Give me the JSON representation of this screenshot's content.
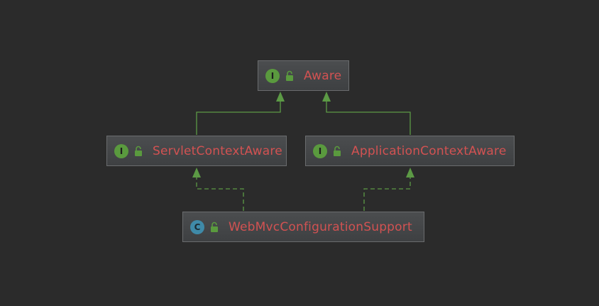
{
  "colors": {
    "background": "#2b2b2b",
    "arrow": "#5c9a45",
    "label": "#d25252",
    "interface_badge": "#5a9a3e",
    "class_badge": "#3f8aa8"
  },
  "nodes": {
    "aware": {
      "badge": "I",
      "kind": "interface",
      "label": "Aware",
      "icon": "unlocked-padlock-icon"
    },
    "servlet": {
      "badge": "I",
      "kind": "interface",
      "label": "ServletContextAware",
      "icon": "unlocked-padlock-icon"
    },
    "application": {
      "badge": "I",
      "kind": "interface",
      "label": "ApplicationContextAware",
      "icon": "unlocked-padlock-icon"
    },
    "webmvc": {
      "badge": "C",
      "kind": "class",
      "label": "WebMvcConfigurationSupport",
      "icon": "unlocked-padlock-icon"
    }
  },
  "edges": [
    {
      "from": "servlet",
      "to": "aware",
      "style": "solid",
      "kind": "extends"
    },
    {
      "from": "application",
      "to": "aware",
      "style": "solid",
      "kind": "extends"
    },
    {
      "from": "webmvc",
      "to": "servlet",
      "style": "dashed",
      "kind": "implements"
    },
    {
      "from": "webmvc",
      "to": "application",
      "style": "dashed",
      "kind": "implements"
    }
  ]
}
